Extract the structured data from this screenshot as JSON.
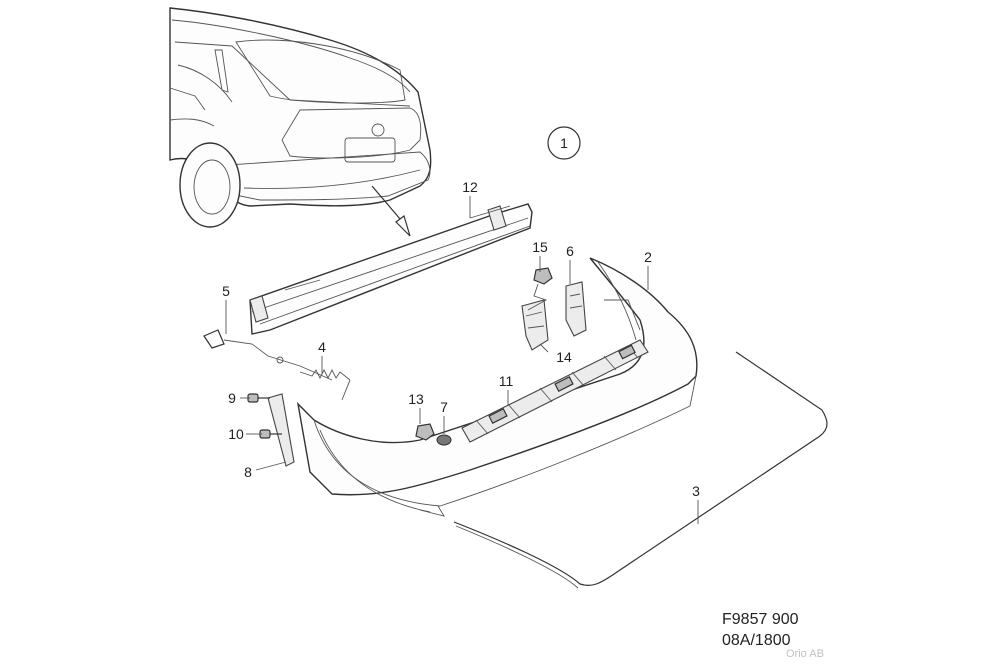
{
  "diagram": {
    "group_number": "1",
    "callouts": {
      "c2": "2",
      "c3": "3",
      "c4": "4",
      "c5": "5",
      "c6": "6",
      "c7": "7",
      "c8": "8",
      "c9": "9",
      "c10": "10",
      "c11": "11",
      "c12": "12",
      "c13": "13",
      "c14": "14",
      "c15": "15"
    },
    "code_line1": "F9857 900",
    "code_line2": "08A/1800",
    "credit": "Orio AB"
  }
}
